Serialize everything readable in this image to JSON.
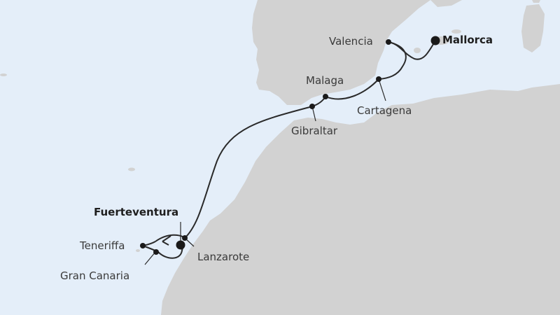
{
  "map": {
    "colors": {
      "sea": "#e4eef9",
      "land": "#d2d2d2",
      "route": "#2a2a2a",
      "text": "#3a3a3a"
    },
    "ports": [
      {
        "name": "Mallorca",
        "type": "start-end",
        "bold": true
      },
      {
        "name": "Valencia",
        "bold": false
      },
      {
        "name": "Cartagena",
        "bold": false
      },
      {
        "name": "Malaga",
        "bold": false
      },
      {
        "name": "Gibraltar",
        "bold": false
      },
      {
        "name": "Lanzarote",
        "bold": false
      },
      {
        "name": "Fuerteventura",
        "type": "start-end",
        "bold": true
      },
      {
        "name": "Teneriffa",
        "bold": false
      },
      {
        "name": "Gran Canaria",
        "bold": false
      }
    ]
  }
}
